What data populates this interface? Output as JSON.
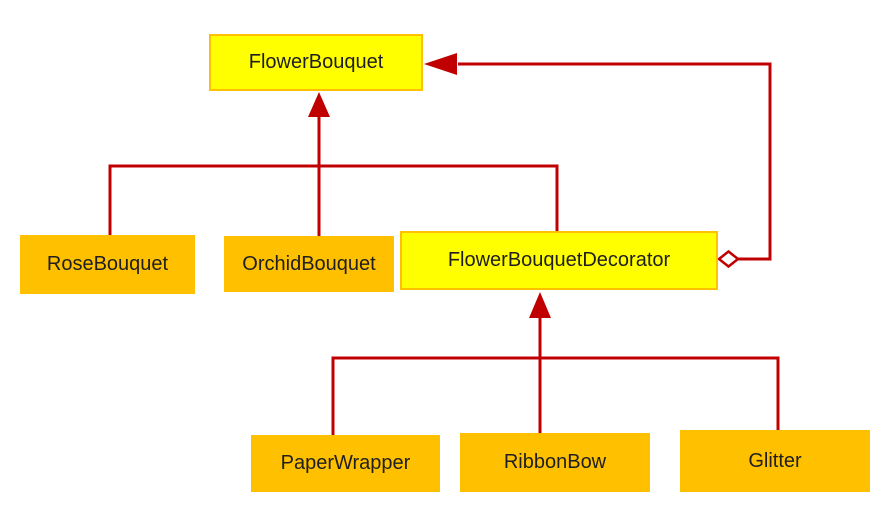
{
  "diagram": {
    "type": "uml-class-diagram",
    "pattern": "Decorator",
    "background": "#FFFFFF",
    "colors": {
      "line": "#C00000",
      "yellow_fill": "#FFFF00",
      "orange_fill": "#FFC000",
      "yellow_box_border": "#FFC000",
      "text": "#1F1F1F"
    },
    "nodes": {
      "flower_bouquet": {
        "label": "FlowerBouquet",
        "fill": "#FFFF00"
      },
      "rose_bouquet": {
        "label": "RoseBouquet",
        "fill": "#FFC000"
      },
      "orchid_bouquet": {
        "label": "OrchidBouquet",
        "fill": "#FFC000"
      },
      "flower_bouquet_decorator": {
        "label": "FlowerBouquetDecorator",
        "fill": "#FFFF00"
      },
      "paper_wrapper": {
        "label": "PaperWrapper",
        "fill": "#FFC000"
      },
      "ribbon_bow": {
        "label": "RibbonBow",
        "fill": "#FFC000"
      },
      "glitter": {
        "label": "Glitter",
        "fill": "#FFC000"
      }
    },
    "edges": [
      {
        "from": "RoseBouquet",
        "to": "FlowerBouquet",
        "type": "inheritance"
      },
      {
        "from": "OrchidBouquet",
        "to": "FlowerBouquet",
        "type": "inheritance"
      },
      {
        "from": "FlowerBouquetDecorator",
        "to": "FlowerBouquet",
        "type": "inheritance"
      },
      {
        "from": "FlowerBouquetDecorator",
        "to": "FlowerBouquet",
        "type": "aggregation"
      },
      {
        "from": "PaperWrapper",
        "to": "FlowerBouquetDecorator",
        "type": "inheritance"
      },
      {
        "from": "RibbonBow",
        "to": "FlowerBouquetDecorator",
        "type": "inheritance"
      },
      {
        "from": "Glitter",
        "to": "FlowerBouquetDecorator",
        "type": "inheritance"
      }
    ]
  }
}
